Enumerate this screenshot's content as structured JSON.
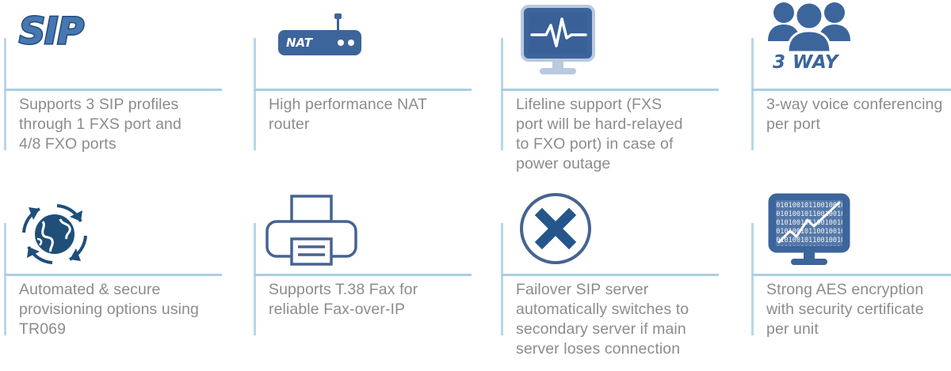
{
  "theme": {
    "text_color": "#8c8c8c",
    "rule_color": "#b7d7e8",
    "icon_blue": "#3c659c",
    "icon_blue_dark": "#1f4e79",
    "background": "#ffffff"
  },
  "features": [
    {
      "icon": "sip-logo-icon",
      "icon_text": "SIP",
      "text": "Supports 3 SIP profiles\nthrough 1 FXS port and\n4/8 FXO ports"
    },
    {
      "icon": "nat-router-icon",
      "icon_text": "NAT",
      "text": "High performance NAT\nrouter"
    },
    {
      "icon": "lifeline-monitor-icon",
      "icon_text": "",
      "text": "Lifeline support (FXS\nport will be hard-relayed\nto FXO port) in case of\npower outage"
    },
    {
      "icon": "three-users-icon",
      "icon_text": "3 WAY",
      "text": "3-way voice conferencing\nper port"
    },
    {
      "icon": "globe-refresh-icon",
      "icon_text": "",
      "text": "Automated & secure\nprovisioning options using\nTR069"
    },
    {
      "icon": "fax-printer-icon",
      "icon_text": "",
      "text": "Supports T.38 Fax for\nreliable Fax-over-IP"
    },
    {
      "icon": "circle-x-icon",
      "icon_text": "",
      "text": "Failover SIP server\nautomatically switches to\nsecondary server if main\nserver loses connection"
    },
    {
      "icon": "encryption-monitor-icon",
      "icon_text": "",
      "text": "Strong AES encryption\nwith security certificate\nper unit"
    }
  ]
}
